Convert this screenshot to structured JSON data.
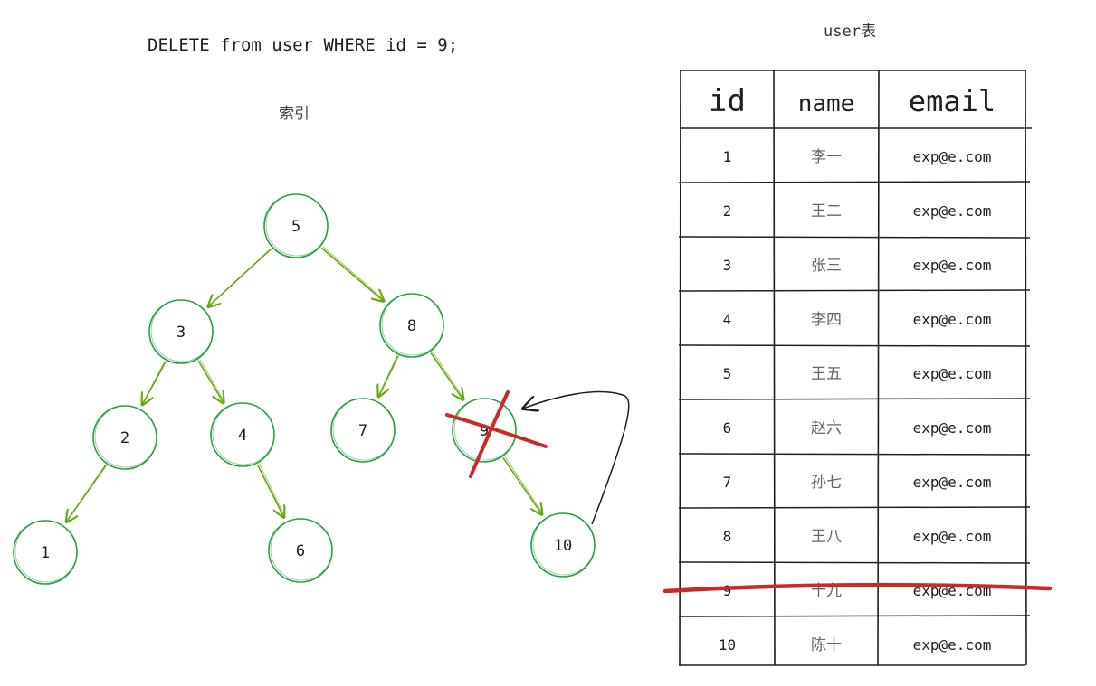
{
  "sql": "DELETE from user WHERE id = 9;",
  "index_label": "索引",
  "table_title": "user表",
  "tree": {
    "nodes": [
      {
        "id": "n5",
        "label": "5"
      },
      {
        "id": "n3",
        "label": "3"
      },
      {
        "id": "n8",
        "label": "8"
      },
      {
        "id": "n2",
        "label": "2"
      },
      {
        "id": "n4",
        "label": "4"
      },
      {
        "id": "n7",
        "label": "7"
      },
      {
        "id": "n9",
        "label": "9",
        "deleted": true
      },
      {
        "id": "n1",
        "label": "1"
      },
      {
        "id": "n6",
        "label": "6"
      },
      {
        "id": "n10",
        "label": "10"
      }
    ],
    "edges": [
      [
        "n5",
        "n3"
      ],
      [
        "n5",
        "n8"
      ],
      [
        "n3",
        "n2"
      ],
      [
        "n3",
        "n4"
      ],
      [
        "n8",
        "n7"
      ],
      [
        "n8",
        "n9"
      ],
      [
        "n2",
        "n1"
      ],
      [
        "n4",
        "n6"
      ],
      [
        "n9",
        "n10"
      ]
    ],
    "node_stroke": "#2f9e44",
    "edge_color": "#66a80f",
    "delete_color": "#c92a2a"
  },
  "table": {
    "headers": [
      "id",
      "name",
      "email"
    ],
    "rows": [
      [
        "1",
        "李一",
        "exp@e.com"
      ],
      [
        "2",
        "王二",
        "exp@e.com"
      ],
      [
        "3",
        "张三",
        "exp@e.com"
      ],
      [
        "4",
        "李四",
        "exp@e.com"
      ],
      [
        "5",
        "王五",
        "exp@e.com"
      ],
      [
        "6",
        "赵六",
        "exp@e.com"
      ],
      [
        "7",
        "孙七",
        "exp@e.com"
      ],
      [
        "8",
        "王八",
        "exp@e.com"
      ],
      [
        "9",
        "十九",
        "exp@e.com"
      ],
      [
        "10",
        "陈十",
        "exp@e.com"
      ]
    ],
    "deleted_row": 8
  }
}
